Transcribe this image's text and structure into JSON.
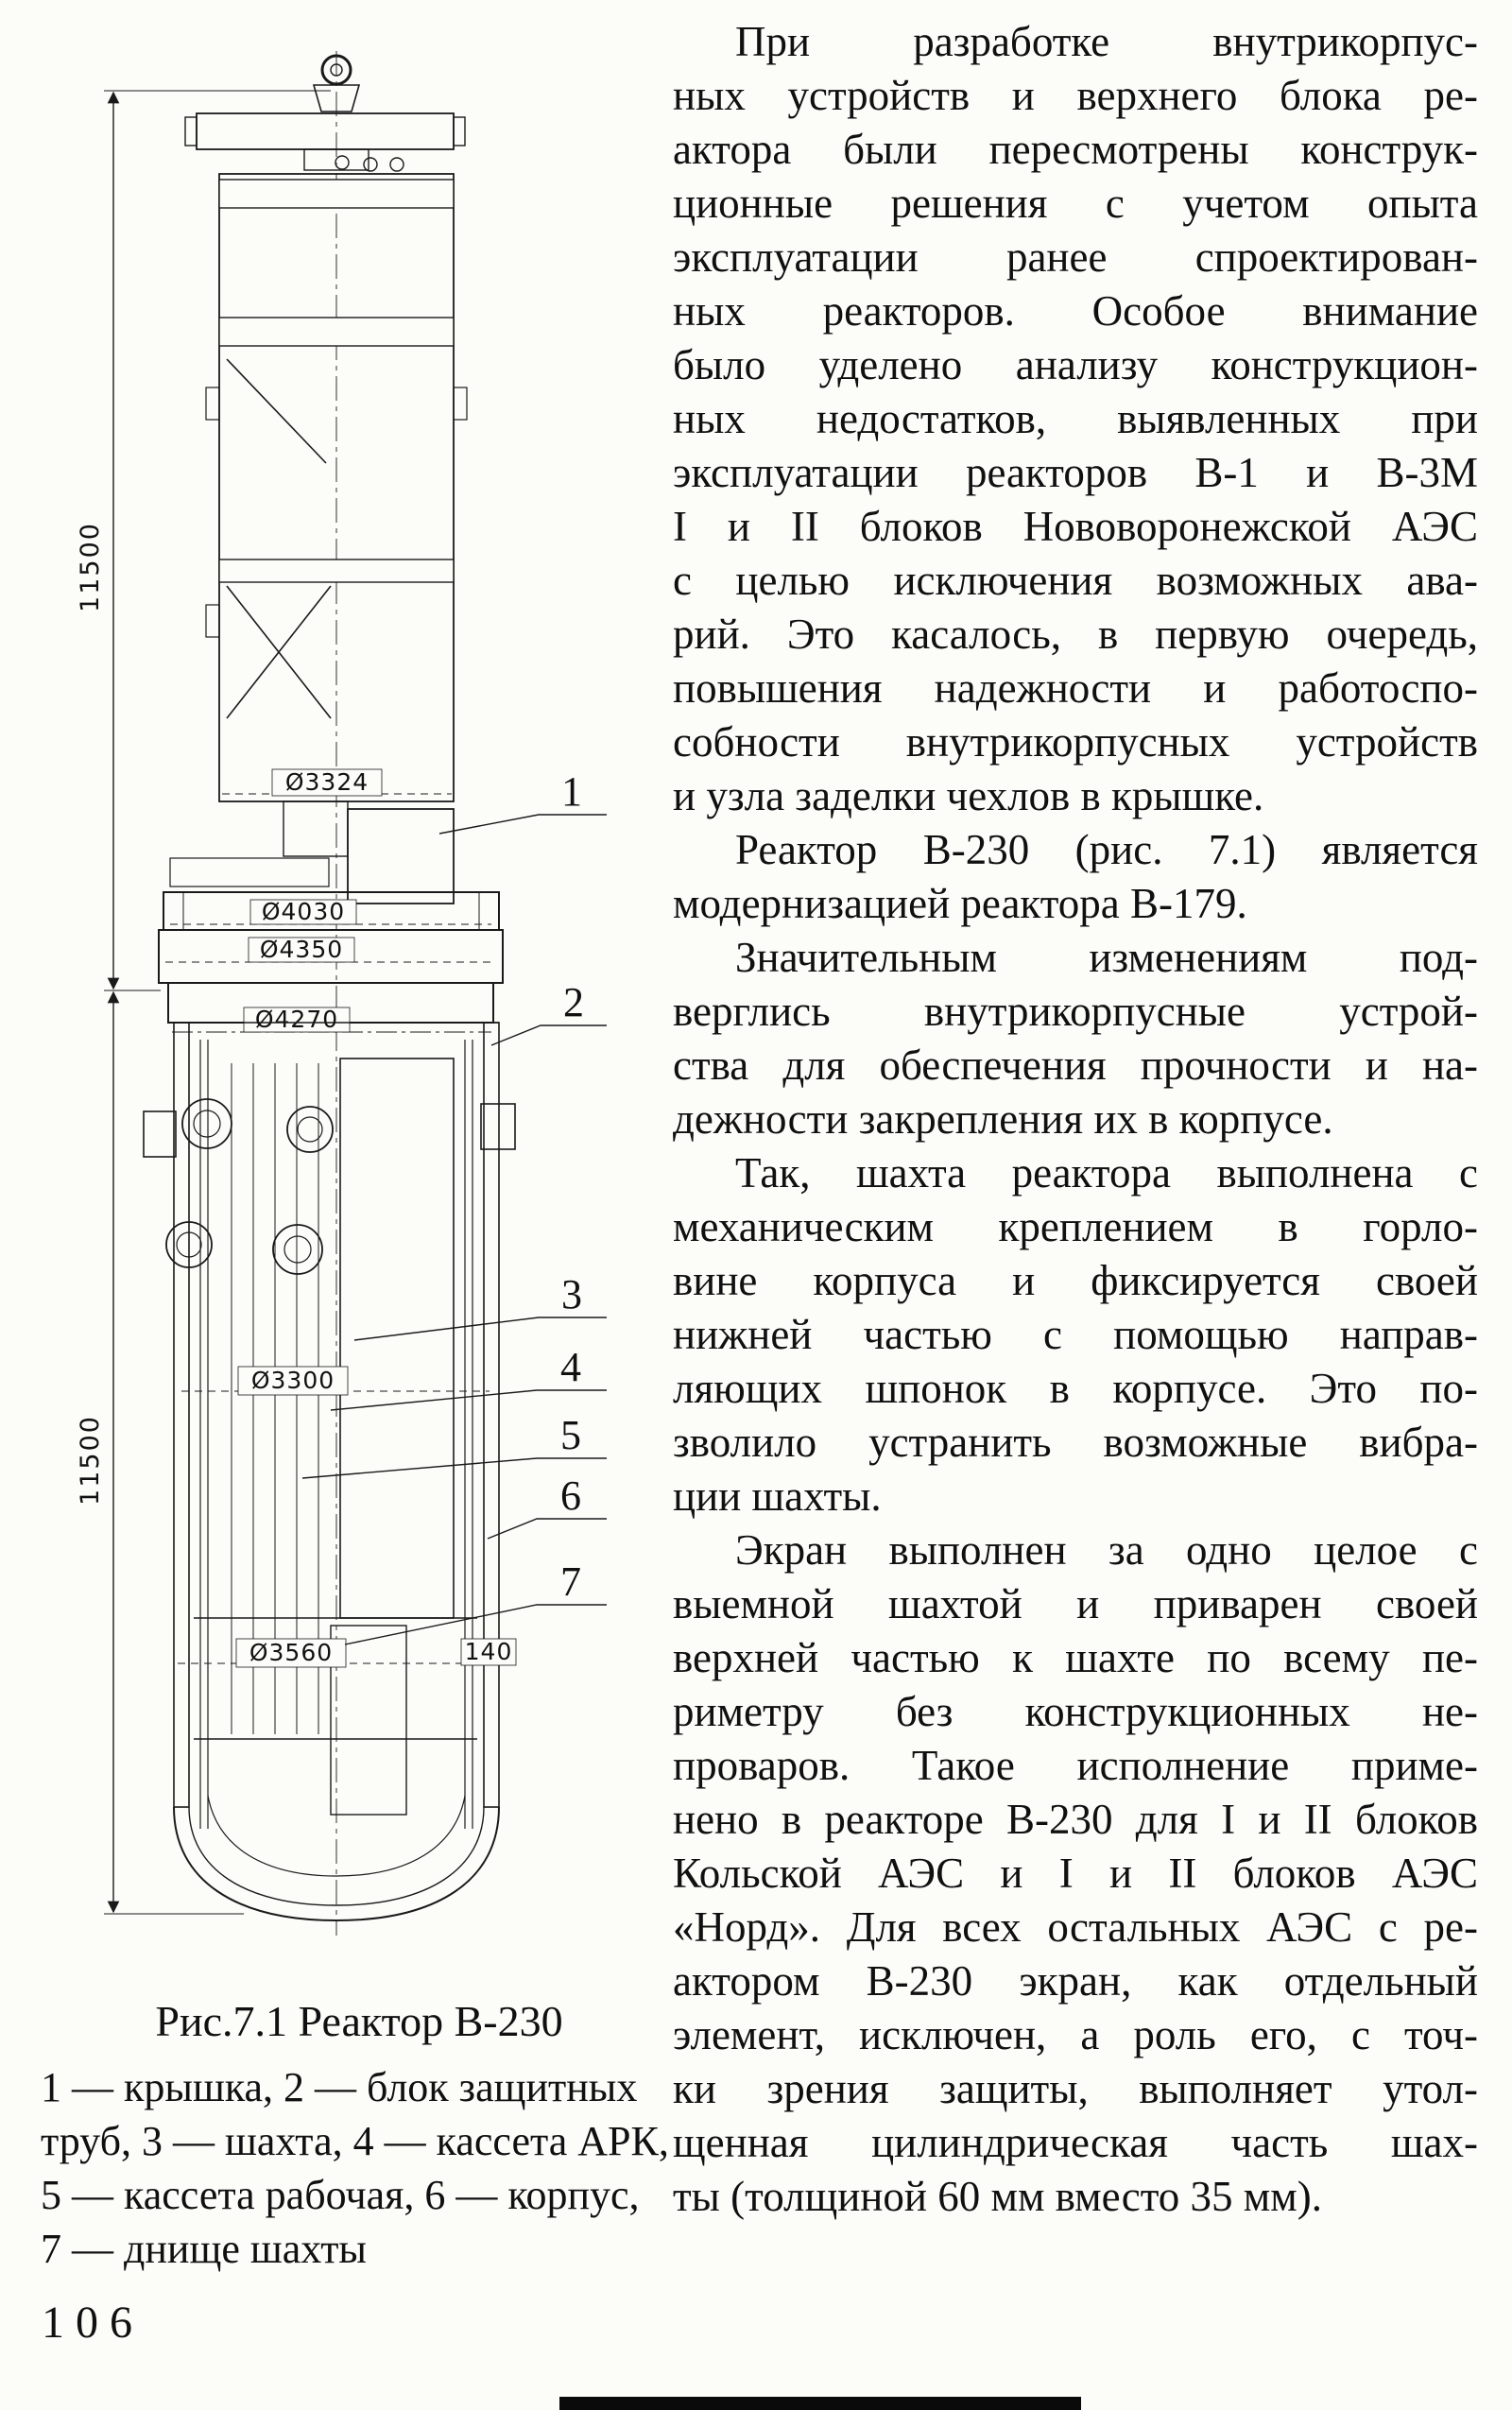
{
  "page": {
    "number": "106"
  },
  "figure": {
    "caption": "Рис.7.1 Реактор В-230",
    "legend_lines": [
      "1 — крышка, 2 — блок защитных",
      "труб, 3 — шахта, 4 — кассета АРК,",
      "5 — кассета рабочая, 6 — корпус,",
      "7 — днище шахты"
    ],
    "dimensions": {
      "height_upper": "11500",
      "height_lower": "11500",
      "d_top": "Ø3324",
      "d_cover": "Ø4030",
      "d_flange": "Ø4350",
      "d_shell_top": "Ø4270",
      "d_core": "Ø3300",
      "d_shell_bottom": "Ø3560",
      "w_offset": "140"
    },
    "callouts": [
      "1",
      "2",
      "3",
      "4",
      "5",
      "6",
      "7"
    ]
  },
  "article": {
    "paragraphs": [
      {
        "lines": [
          "При разработке внутрикорпус-",
          "ных устройств и верхнего блока ре-",
          "актора были пересмотрены конструк-",
          "ционные решения с учетом опыта",
          "эксплуатации ранее спроектирован-",
          "ных реакторов. Особое внимание",
          "было уделено анализу конструкцион-",
          "ных недостатков, выявленных при",
          "эксплуатации реакторов В-1 и В-3М",
          "I и II блоков Нововоронежской АЭС",
          "с целью исключения возможных ава-",
          "рий. Это касалось, в первую очередь,",
          "повышения надежности и работоспо-",
          "собности внутрикорпусных устройств",
          "и узла заделки чехлов в крышке."
        ]
      },
      {
        "lines": [
          "Реактор В-230 (рис. 7.1) является",
          "модернизацией реактора В-179."
        ]
      },
      {
        "lines": [
          "Значительным изменениям под-",
          "верглись внутрикорпусные устрой-",
          "ства для обеспечения прочности и на-",
          "дежности закрепления их в корпусе."
        ]
      },
      {
        "lines": [
          "Так, шахта реактора выполнена с",
          "механическим креплением в горло-",
          "вине корпуса и фиксируется своей",
          "нижней частью с помощью направ-",
          "ляющих шпонок в корпусе. Это по-",
          "зволило устранить возможные вибра-",
          "ции шахты."
        ]
      },
      {
        "lines": [
          "Экран выполнен за одно целое с",
          "выемной шахтой и приварен своей",
          "верхней частью к шахте по всему пе-",
          "риметру без конструкционных не-",
          "проваров. Такое исполнение приме-",
          "нено в реакторе В-230 для I и II блоков",
          "Кольской АЭС и I и II блоков АЭС",
          "«Норд». Для всех остальных АЭС с ре-",
          "актором В-230 экран, как отдельный",
          "элемент, исключен, а роль его, с точ-",
          "ки зрения защиты, выполняет утол-",
          "щенная цилиндрическая часть шах-",
          "ты (толщиной 60 мм вместо 35 мм)."
        ]
      }
    ]
  }
}
